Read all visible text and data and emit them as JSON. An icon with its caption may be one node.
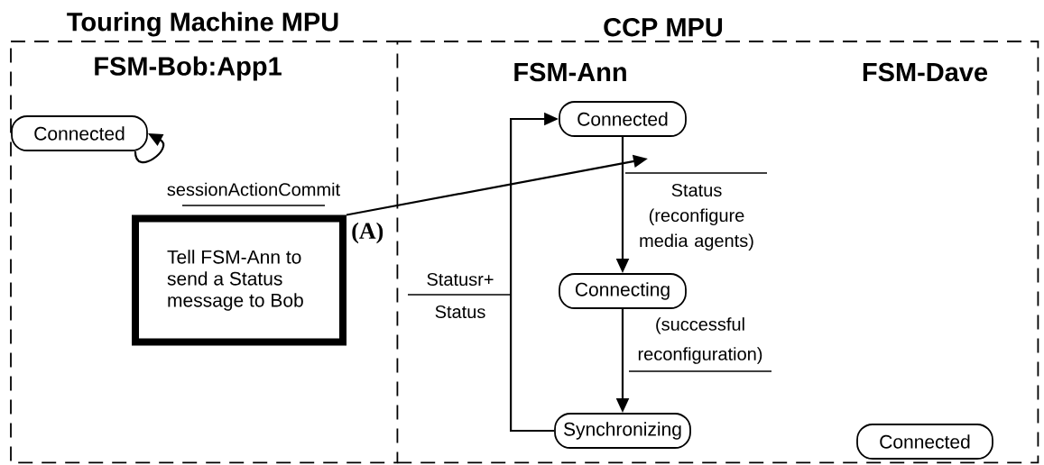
{
  "diagram": {
    "nodes": [
      {
        "text": [
          "Touring Machine MPU"
        ]
      },
      {
        "text": [
          "CCP MPU"
        ]
      },
      {
        "text": [
          "Connected"
        ],
        "in": 0
      },
      {
        "text": [
          "Tell FSM-Ann to send a Status message to Bob"
        ],
        "beside": [
          "(A)"
        ],
        "in": 0
      },
      {
        "text": [
          "Connected"
        ],
        "in": 1
      },
      {
        "text": [
          "Connecting"
        ],
        "in": 1
      },
      {
        "text": [
          "Synchronizing"
        ],
        "in": 1
      },
      {
        "text": [
          "Connected"
        ],
        "in": 1
      }
    ],
    "edges": [
      {
        "from": 2,
        "to": 2,
        "arrow": "to",
        "label": "sessionActionCommit"
      },
      {
        "from": 4,
        "to": 5,
        "arrow": "to",
        "label": "Status (reconfigure media agents)"
      },
      {
        "from": 5,
        "to": 6,
        "arrow": "to",
        "label": "(successful reconfiguration)"
      },
      {
        "from": 6,
        "to": 4,
        "arrow": "to",
        "label": "Statusr+ Status"
      },
      {
        "from": 3,
        "to": null,
        "arrow": "to"
      }
    ],
    "labels": [
      "FSM-Bob:App1",
      "FSM-Ann",
      "FSM-Dave"
    ]
  }
}
